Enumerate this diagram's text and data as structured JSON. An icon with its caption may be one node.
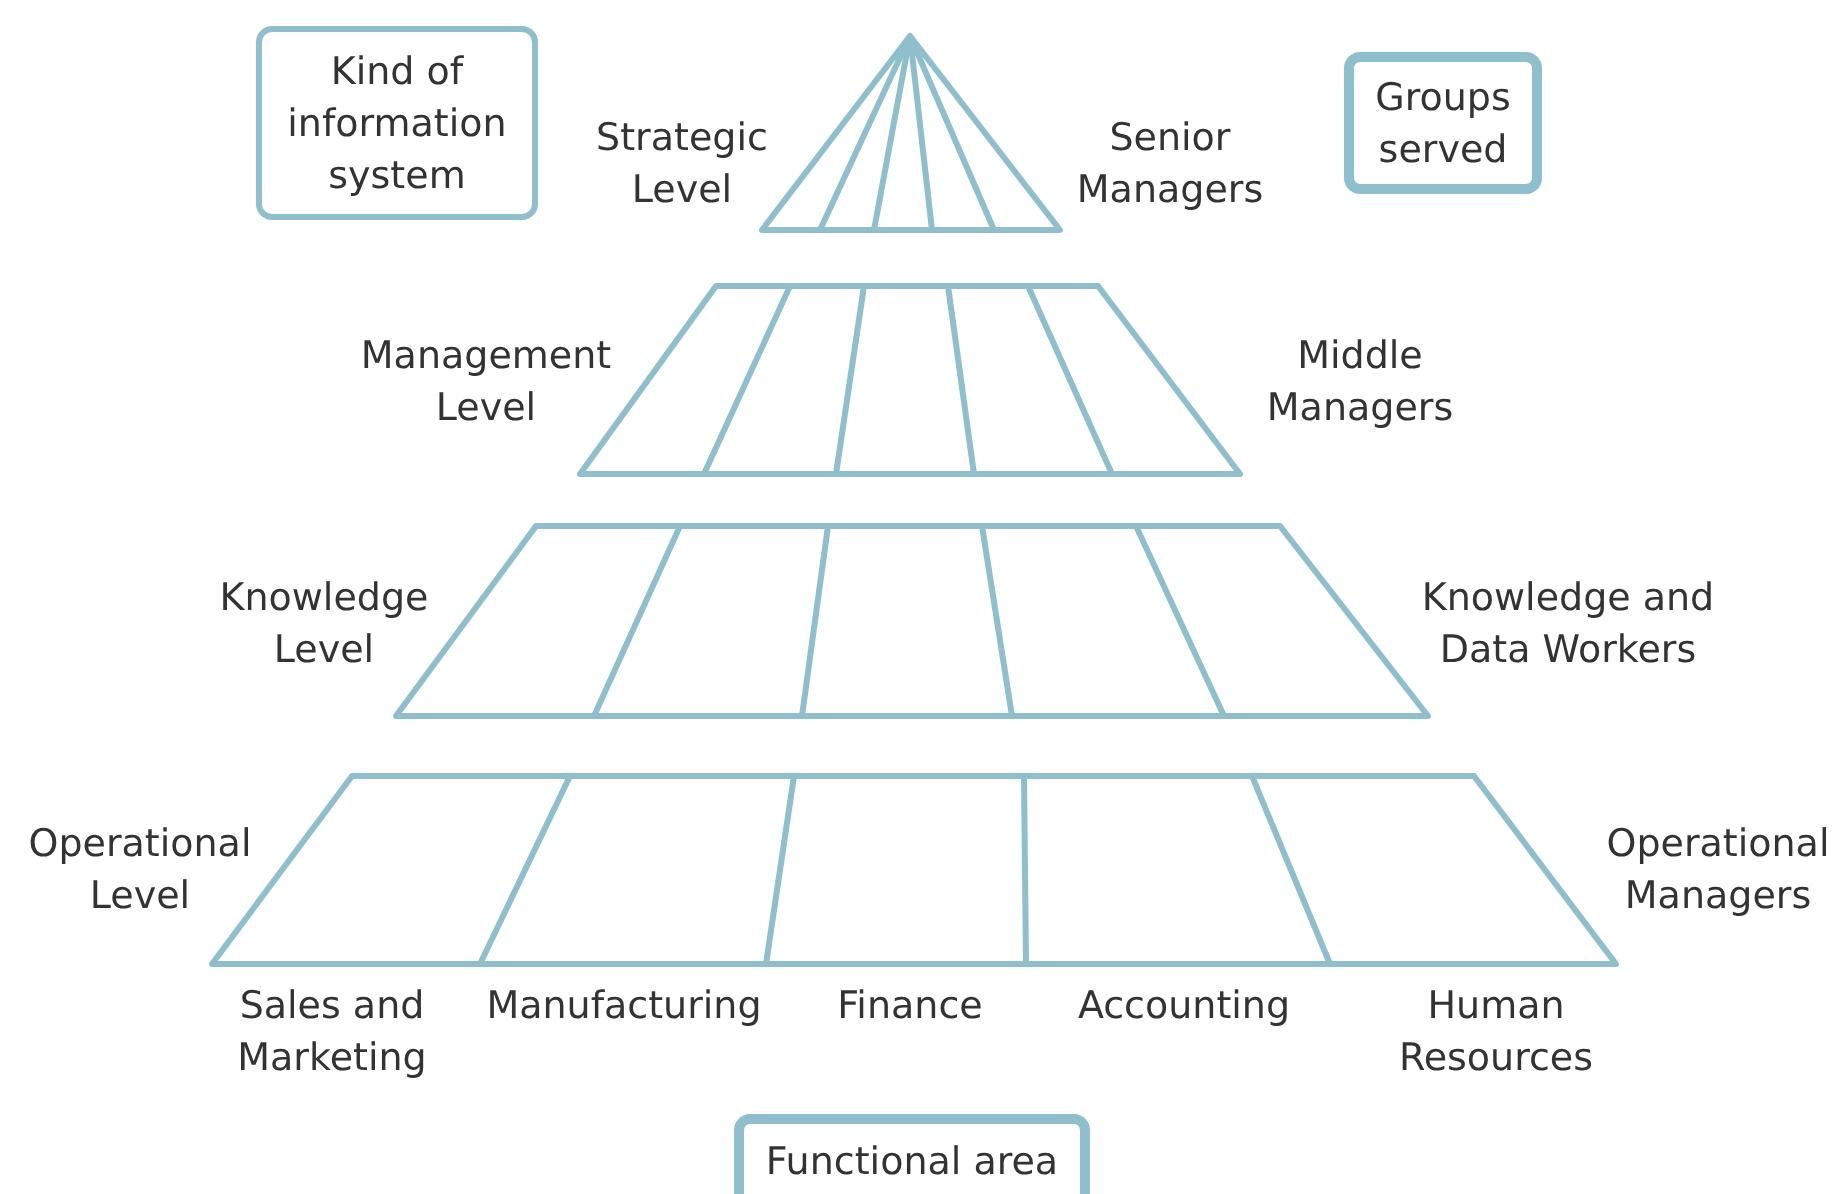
{
  "diagram": {
    "nodes": [
      {
        "text": [
          "Kind of information system"
        ]
      },
      {
        "text": [
          "Groups served"
        ]
      },
      {
        "text": [
          "Functional area"
        ]
      }
    ],
    "labels": [
      "Strategic Level",
      "Senior Managers",
      "Management Level",
      "Middle Managers",
      "Knowledge Level",
      "Knowledge and Data Workers",
      "Operational Level",
      "Operational Managers",
      "Sales and Marketing",
      "Manufacturing",
      "Finance",
      "Accounting",
      "Human Resources"
    ]
  }
}
